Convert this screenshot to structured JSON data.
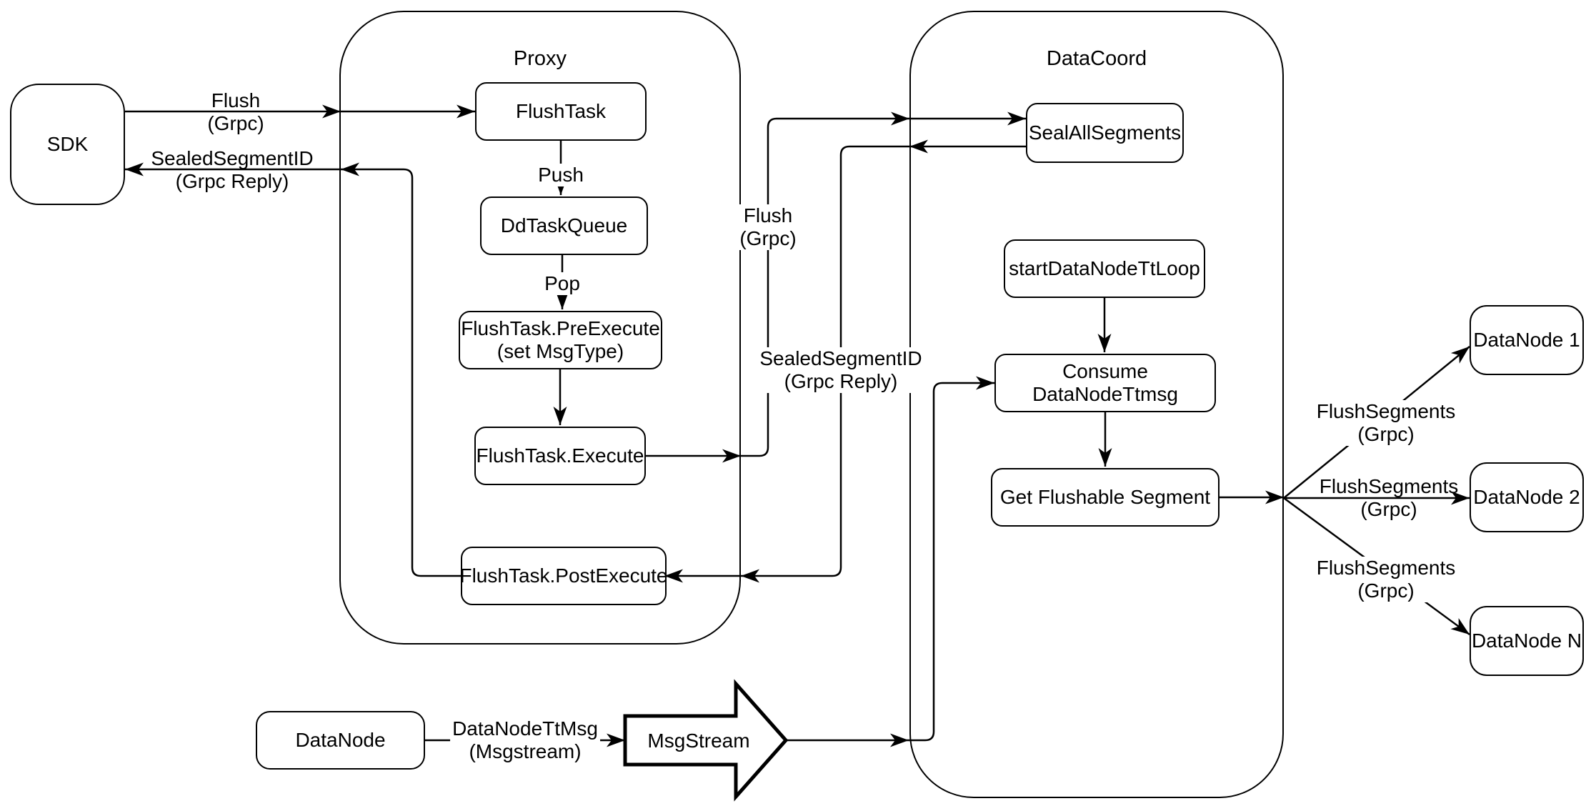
{
  "containers": {
    "proxy": {
      "label": "Proxy"
    },
    "datacoord": {
      "label": "DataCoord"
    }
  },
  "nodes": {
    "sdk": {
      "label": "SDK"
    },
    "flush_task": {
      "label": "FlushTask"
    },
    "dd_task_queue": {
      "label": "DdTaskQueue"
    },
    "pre_execute": {
      "line1": "FlushTask.PreExecute",
      "line2": "(set MsgType)"
    },
    "execute": {
      "label": "FlushTask.Execute"
    },
    "post_execute": {
      "label": "FlushTask.PostExecute"
    },
    "seal_all_segments": {
      "label": "SealAllSegments"
    },
    "start_loop": {
      "label": "startDataNodeTtLoop"
    },
    "consume": {
      "label": "Consume DataNodeTtmsg"
    },
    "get_flushable": {
      "label": "Get Flushable Segment"
    },
    "datanode1": {
      "label": "DataNode 1"
    },
    "datanode2": {
      "label": "DataNode 2"
    },
    "datanoden": {
      "label": "DataNode N"
    },
    "datanode": {
      "label": "DataNode"
    },
    "msgstream": {
      "label": "MsgStream"
    }
  },
  "edge_labels": {
    "flush_sdk_proxy": {
      "line1": "Flush",
      "line2": "(Grpc)"
    },
    "sealed_to_sdk": {
      "line1": "SealedSegmentID",
      "line2": "(Grpc Reply)"
    },
    "push": {
      "text": "Push"
    },
    "pop": {
      "text": "Pop"
    },
    "flush_proxy_dc": {
      "line1": "Flush",
      "line2": "(Grpc)"
    },
    "sealed_dc_proxy": {
      "line1": "SealedSegmentID",
      "line2": "(Grpc Reply)"
    },
    "flush_segments_1": {
      "line1": "FlushSegments",
      "line2": "(Grpc)"
    },
    "flush_segments_2": {
      "line1": "FlushSegments",
      "line2": "(Grpc)"
    },
    "flush_segments_3": {
      "line1": "FlushSegments",
      "line2": "(Grpc)"
    },
    "datanode_ttmsg": {
      "line1": "DataNodeTtMsg",
      "line2": "(Msgstream)"
    }
  },
  "colors": {
    "stroke": "#000000",
    "fill": "#ffffff"
  }
}
